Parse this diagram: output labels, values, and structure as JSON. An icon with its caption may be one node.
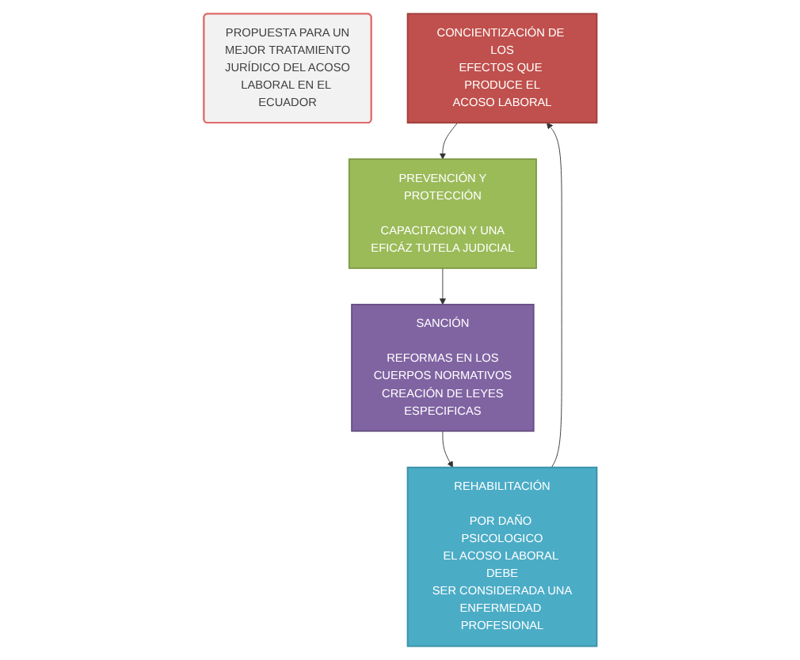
{
  "diagram": {
    "nodes": [
      {
        "text": [
          "PROPUESTA PARA UN MEJOR TRATAMIENTO JURÍDICO DEL ACOSO LABORAL EN EL ECUADOR"
        ]
      },
      {
        "text": [
          "CONCIENTIZACIÓN DE LOS EFECTOS QUE PRODUCE EL ACOSO LABORAL"
        ]
      },
      {
        "text": [
          "PREVENCIÓN Y PROTECCIÓN",
          "CAPACITACION Y UNA EFICÁZ TUTELA JUDICIAL"
        ]
      },
      {
        "text": [
          "REHABILITACIÓN",
          "POR DAÑO PSICOLOGICO EL ACOSO LABORAL DEBE SER CONSIDERADA UNA ENFERMEDAD PROFESIONAL"
        ]
      },
      {
        "text": [
          "SANCIÓN",
          "REFORMAS EN LOS CUERPOS NORMATIVOS CREACIÓN DE LEYES ESPECIFICAS"
        ]
      }
    ],
    "edges": [
      {
        "from": 1,
        "to": 2,
        "arrow": "to"
      },
      {
        "from": 2,
        "to": 4,
        "arrow": "to"
      },
      {
        "from": 4,
        "to": 3,
        "arrow": "to"
      },
      {
        "from": 3,
        "to": 1,
        "arrow": "to"
      }
    ]
  }
}
